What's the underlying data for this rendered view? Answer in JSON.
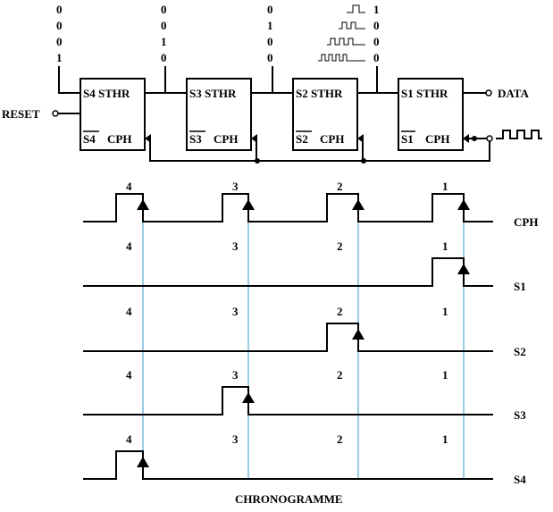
{
  "register": {
    "reset_label": "RESET",
    "data_label": "DATA",
    "stages": [
      {
        "top_label": "S4 STHR",
        "bottom_prefix": "S4",
        "bottom_suffix": "CPH",
        "bits": [
          "0",
          "0",
          "0",
          "1"
        ]
      },
      {
        "top_label": "S3 STHR",
        "bottom_prefix": "S3",
        "bottom_suffix": "CPH",
        "bits": [
          "0",
          "0",
          "1",
          "0"
        ]
      },
      {
        "top_label": "S2 STHR",
        "bottom_prefix": "S2",
        "bottom_suffix": "CPH",
        "bits": [
          "0",
          "1",
          "0",
          "0"
        ]
      },
      {
        "top_label": "S1 STHR",
        "bottom_prefix": "S1",
        "bottom_suffix": "CPH",
        "bits": [
          "1",
          "0",
          "0",
          "0"
        ]
      }
    ]
  },
  "timing": {
    "pulse_numbers": [
      "4",
      "3",
      "2",
      "1"
    ],
    "signals": [
      {
        "name": "CPH",
        "high_pulses": [
          0,
          1,
          2,
          3
        ]
      },
      {
        "name": "S1",
        "high_pulses": [
          3
        ]
      },
      {
        "name": "S2",
        "high_pulses": [
          2
        ]
      },
      {
        "name": "S3",
        "high_pulses": [
          1
        ]
      },
      {
        "name": "S4",
        "high_pulses": [
          0
        ]
      }
    ]
  },
  "caption": "CHRONOGRAMME"
}
